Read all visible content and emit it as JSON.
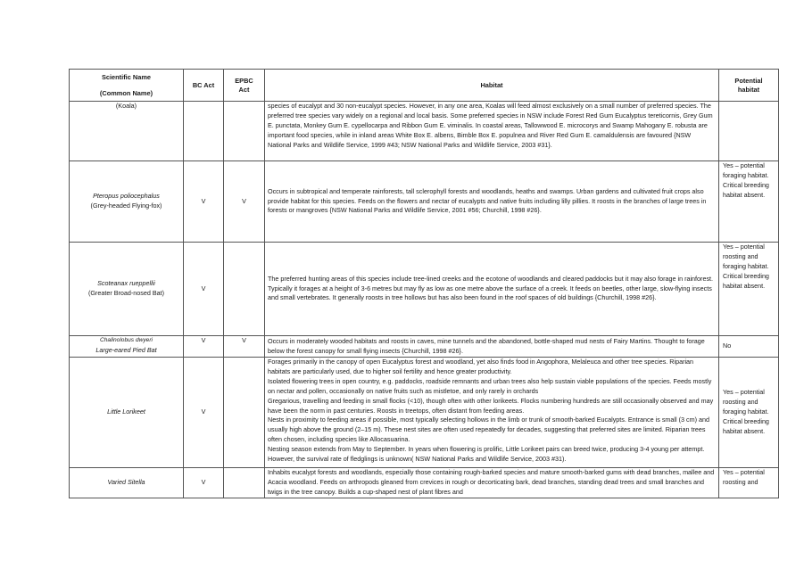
{
  "table": {
    "headers": {
      "scientific_name": "Scientific Name",
      "common_name": "(Common Name)",
      "bc_act": "BC Act",
      "epbc_act_line1": "EPBC",
      "epbc_act_line2": "Act",
      "habitat": "Habitat",
      "potential_habitat_line1": "Potential",
      "potential_habitat_line2": "habitat"
    },
    "rows": [
      {
        "scientific": "",
        "common": "(Koala)",
        "bc_act": "",
        "epbc_act": "",
        "habitat": "species of eucalypt and 30 non-eucalypt species. However, in any one area, Koalas will feed almost exclusively on a small number of preferred species. The preferred tree species vary widely on a regional and local basis. Some preferred species in NSW include Forest Red Gum Eucalyptus tereticornis, Grey Gum E. punctata, Monkey Gum E. cypellocarpa and Ribbon Gum E. viminalis. In coastal areas, Tallowwood E. microcorys and Swamp Mahogany E. robusta are important food species, while in inland areas White Box E. albens, Bimble Box E. populnea and River Red Gum E. camaldulensis are favoured {NSW National Parks and Wildlife Service, 1999 #43; NSW National Parks and Wildlife Service, 2003 #31}.",
        "potential_habitat": ""
      },
      {
        "scientific": "Pteropus poliocephalus",
        "common": "(Grey-headed Flying-fox)",
        "bc_act": "V",
        "epbc_act": "V",
        "habitat": "Occurs in subtropical and temperate rainforests, tall sclerophyll forests and woodlands, heaths and swamps. Urban gardens and cultivated fruit crops also provide habitat for this species. Feeds on the flowers and nectar of eucalypts and native fruits including lilly pillies. It roosts in the branches of large trees in forests or mangroves {NSW National Parks and Wildlife Service, 2001 #56; Churchill, 1998 #26}.",
        "potential_habitat": "Yes – potential foraging habitat. Critical breeding habitat absent."
      },
      {
        "scientific": "Scoteanax rueppellii",
        "common": "(Greater Broad-nosed Bat)",
        "bc_act": "V",
        "epbc_act": "",
        "habitat": "The preferred hunting areas of this species include tree-lined creeks and the ecotone of woodlands and cleared paddocks but it may also forage in rainforest.  Typically it forages at a height of 3-6 metres but may fly as low as one metre above the surface of a creek.  It feeds on beetles, other large, slow-flying insects and small vertebrates.  It generally roosts in tree hollows but has also been found in the roof spaces of old buildings {Churchill, 1998 #26}.",
        "potential_habitat": "Yes – potential roosting and foraging habitat. Critical breeding habitat absent."
      },
      {
        "scientific": "Chalinolobus dwyeri",
        "common": "Large-eared Pied Bat",
        "bc_act": "V",
        "epbc_act": "V",
        "habitat": "Occurs in moderately wooded habitats and roosts in caves, mine tunnels and the abandoned, bottle-shaped mud nests of Fairy Martins.  Thought to forage below the forest canopy for small flying insects {Churchill, 1998 #26}.",
        "potential_habitat": "No"
      },
      {
        "scientific": "",
        "common": "Little Lorikeet",
        "bc_act": "V",
        "epbc_act": "",
        "habitat_lines": [
          "Forages primarily in the canopy of open Eucalyptus forest and woodland, yet also finds food in Angophora, Melaleuca and other tree species. Riparian habitats are particularly used, due to higher soil fertility and hence greater productivity.",
          "Isolated flowering trees in open country, e.g. paddocks, roadside remnants and urban trees also help sustain viable populations of the species. Feeds mostly on nectar and pollen, occasionally on native fruits such as mistletoe, and only rarely in orchards",
          "Gregarious, travelling and feeding in small flocks (<10), though often with other lorikeets. Flocks numbering hundreds are still occasionally observed and may have been the norm in past centuries. Roosts in treetops, often distant from feeding areas.",
          "Nests in proximity to feeding areas if possible, most typically selecting hollows in the limb or trunk of smooth-barked Eucalypts. Entrance is small (3 cm) and usually high above the ground (2–15 m). These nest sites are often used repeatedly for decades, suggesting that preferred sites are limited. Riparian trees often chosen, including species like Allocasuarina.",
          "Nesting season extends from May to September. In years when flowering is prolific, Little Lorikeet pairs can breed twice, producing 3-4 young per attempt. However, the survival rate of fledglings is unknown( NSW National Parks and Wildlife Service, 2003 #31)."
        ],
        "potential_habitat": "Yes – potential roosting and foraging habitat. Critical breeding habitat absent."
      },
      {
        "scientific": "",
        "common": "Varied Sitella",
        "bc_act": "V",
        "epbc_act": "",
        "habitat": "Inhabits eucalypt forests and woodlands, especially those containing rough-barked species and mature smooth-barked gums with dead branches, mallee and Acacia woodland. Feeds on arthropods gleaned from crevices in rough or decorticating bark, dead branches, standing dead trees and small branches and twigs in the tree canopy. Builds a cup-shaped nest of plant fibres and",
        "potential_habitat": "Yes – potential roosting and"
      }
    ]
  }
}
